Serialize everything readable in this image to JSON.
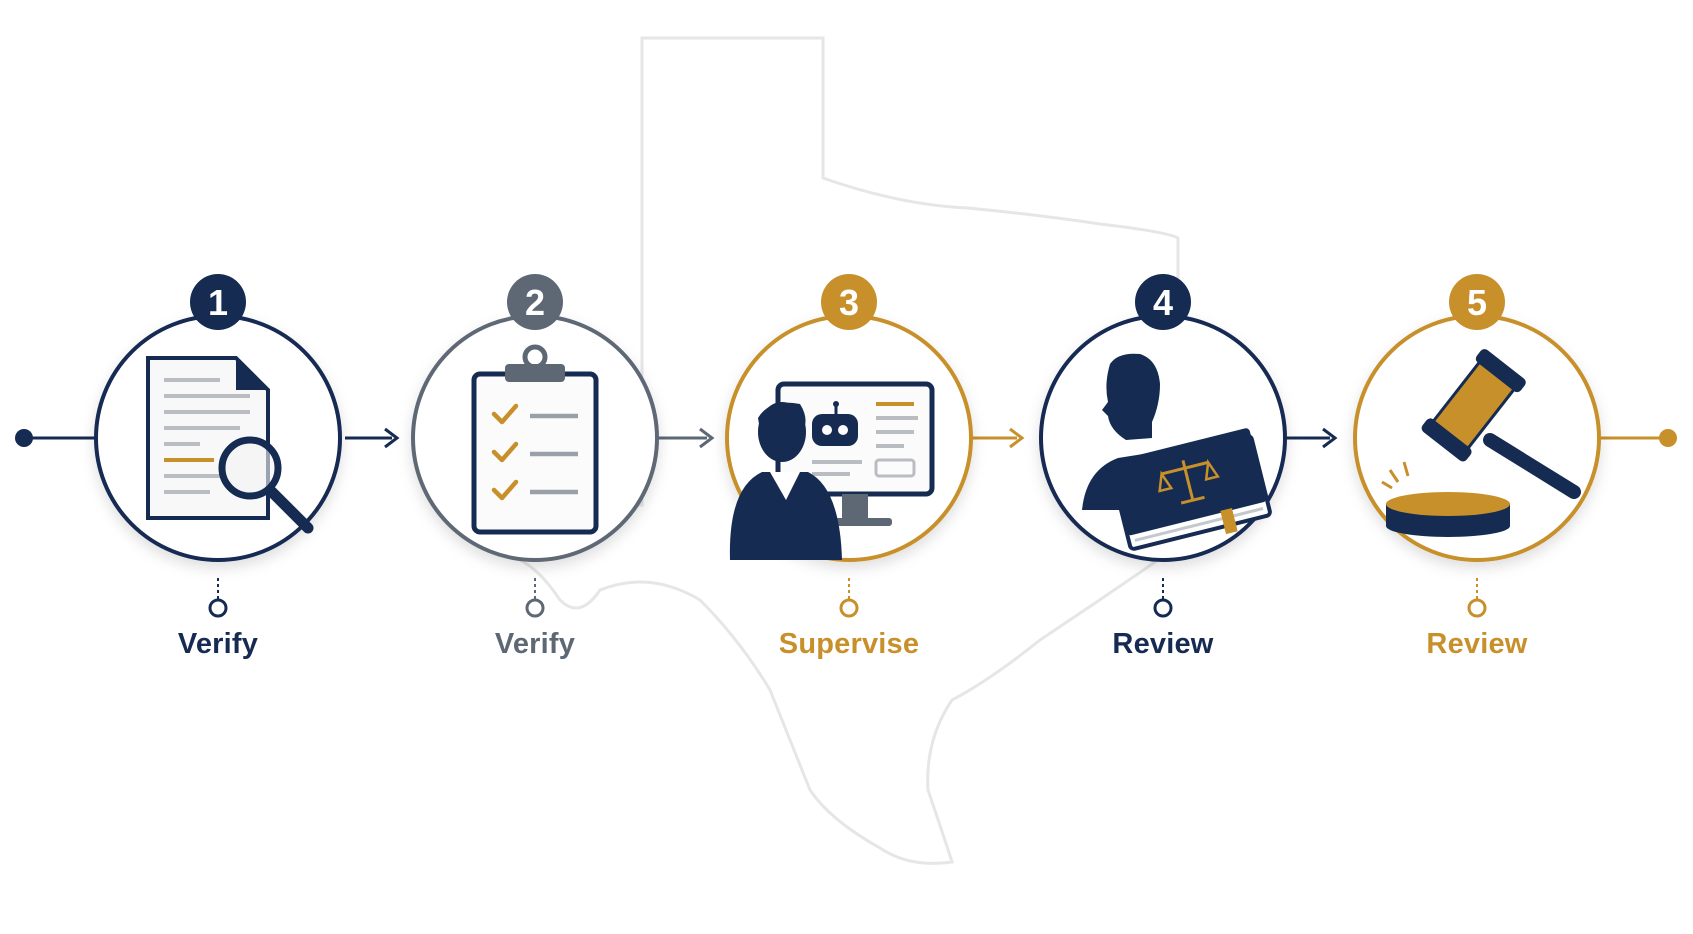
{
  "colors": {
    "navy": "#152b52",
    "slate": "#5e6875",
    "gold": "#c8902b",
    "outline": "#e7e7e7",
    "doc_line": "#b9bdc2"
  },
  "steps": [
    {
      "number": "1",
      "label": "Verify",
      "color": "navy",
      "icon": "document-magnifier-icon"
    },
    {
      "number": "2",
      "label": "Verify",
      "color": "slate",
      "icon": "checklist-clipboard-icon"
    },
    {
      "number": "3",
      "label": "Supervise",
      "color": "gold",
      "icon": "person-ai-monitor-icon"
    },
    {
      "number": "4",
      "label": "Review",
      "color": "navy",
      "icon": "person-law-book-icon"
    },
    {
      "number": "5",
      "label": "Review",
      "color": "gold",
      "icon": "gavel-icon"
    }
  ]
}
